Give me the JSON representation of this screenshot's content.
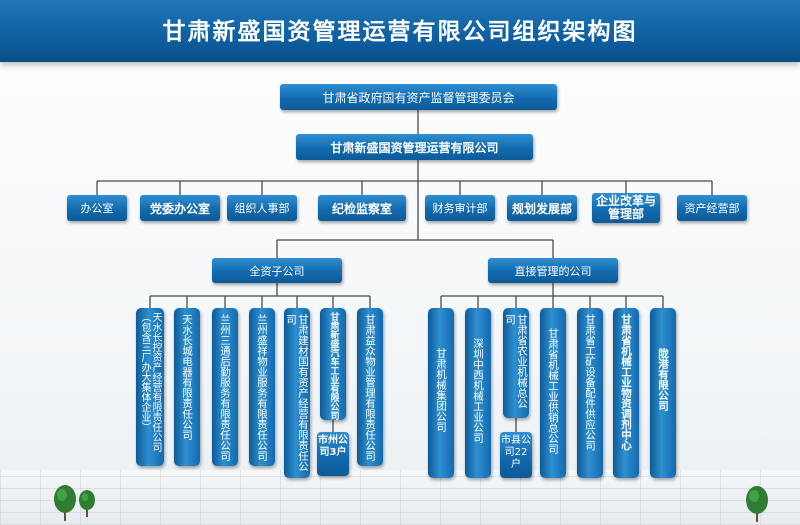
{
  "title": "甘肃新盛国资管理运营有限公司组织架构图",
  "top": {
    "supervisor": "甘肃省政府国有资产监督管理委员会",
    "company": "甘肃新盛国资管理运营有限公司"
  },
  "departments": [
    "办公室",
    "党委办公室",
    "组织人事部",
    "纪检监察室",
    "财务审计部",
    "规划发展部",
    "企业改革与管理部",
    "资产经营部"
  ],
  "groups": {
    "wholly_owned": "全资子公司",
    "direct_managed": "直接管理的公司"
  },
  "wholly_owned_companies": [
    "天水长控资产经营有限责任公司（包含三厂办大集体企业）",
    "天水长城电器有限责任公司",
    "兰州三通后勤服务有限责任公司",
    "兰州盛祥物业服务有限责任公司",
    "甘肃建材国有资产经营有限责任公司",
    "甘肃新盛汽车工业有限公司",
    "甘肃益众物业管理有限责任公司"
  ],
  "wholly_owned_sub": "市州公司3户",
  "direct_companies": [
    "甘肃机械集团公司",
    "深圳中西机械工业公司",
    "甘肃省农业机械总公司",
    "甘肃省机械工业供销总公司",
    "甘肃省工矿设备配件供应公司",
    "甘肃省机械工业物资调剂中心",
    "陇港有限公司"
  ],
  "direct_sub": "市县公司22户",
  "colors": {
    "header": "#0d5c9d",
    "box": "#126aaf",
    "line": "#4a4a4a",
    "tree": "#2e7d32"
  }
}
